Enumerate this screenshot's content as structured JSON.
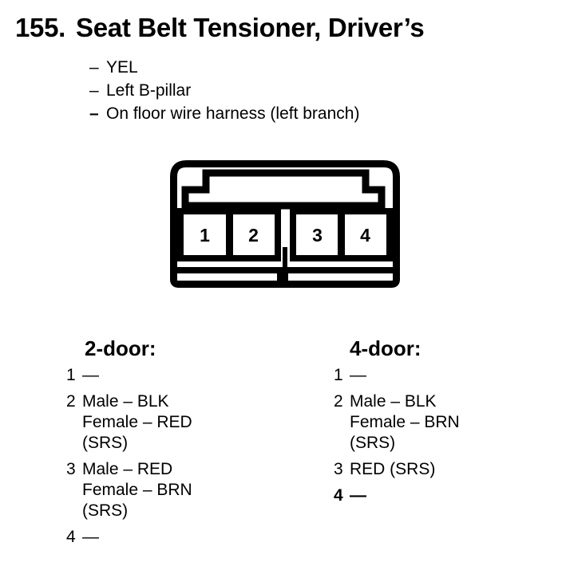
{
  "page": {
    "number": "155.",
    "title": "Seat Belt Tensioner, Driver’s",
    "bullets": [
      {
        "dash": "–",
        "text": "YEL"
      },
      {
        "dash": "–",
        "text": "Left B-pillar"
      },
      {
        "dash": "–",
        "text": "On floor wire harness (left branch)"
      }
    ]
  },
  "connector": {
    "pins": [
      "1",
      "2",
      "3",
      "4"
    ]
  },
  "columns": [
    {
      "heading": "2-door:",
      "rows": [
        {
          "num": "1",
          "lines": [
            "—"
          ]
        },
        {
          "num": "2",
          "lines": [
            "Male – BLK",
            "Female – RED",
            "(SRS)"
          ]
        },
        {
          "num": "3",
          "lines": [
            "Male – RED",
            "Female – BRN",
            "(SRS)"
          ]
        },
        {
          "num": "4",
          "lines": [
            "—"
          ]
        }
      ]
    },
    {
      "heading": "4-door:",
      "rows": [
        {
          "num": "1",
          "lines": [
            "—"
          ]
        },
        {
          "num": "2",
          "lines": [
            "Male – BLK",
            "Female – BRN",
            "(SRS)"
          ]
        },
        {
          "num": "3",
          "lines": [
            "RED (SRS)"
          ]
        },
        {
          "num": "4",
          "lines": [
            "—"
          ]
        }
      ]
    }
  ],
  "colors": {
    "ink": "#000000",
    "paper": "#ffffff"
  }
}
